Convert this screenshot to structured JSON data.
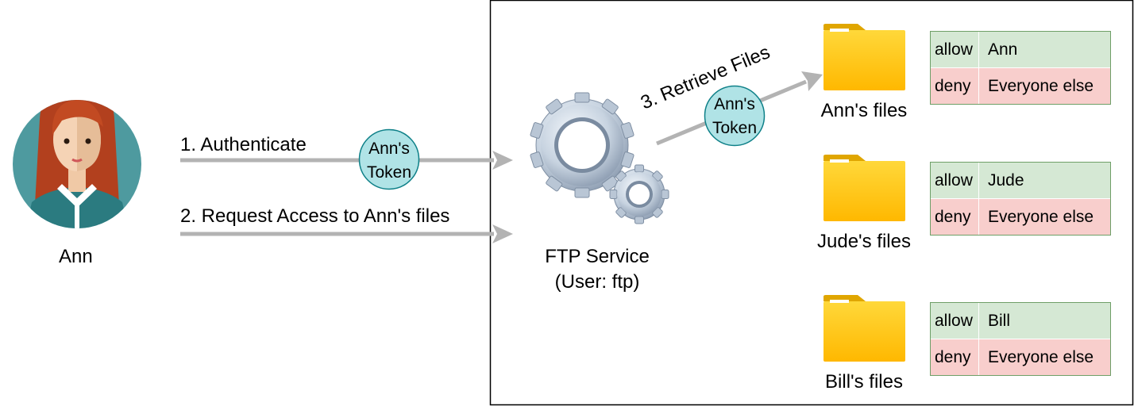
{
  "user": {
    "name": "Ann"
  },
  "steps": {
    "authenticate": "1. Authenticate",
    "request": "2. Request Access to Ann's files",
    "retrieve": "3. Retrieve Files"
  },
  "tokens": {
    "auth_token": [
      "Ann's",
      "Token"
    ],
    "retrieve_token": [
      "Ann's",
      "Token"
    ]
  },
  "service": {
    "name": "FTP Service",
    "user": "(User: ftp)"
  },
  "folders": [
    {
      "label": "Ann's files",
      "acl": [
        {
          "rule": "allow",
          "who": "Ann"
        },
        {
          "rule": "deny",
          "who": "Everyone else"
        }
      ]
    },
    {
      "label": "Jude's files",
      "acl": [
        {
          "rule": "allow",
          "who": "Jude"
        },
        {
          "rule": "deny",
          "who": "Everyone else"
        }
      ]
    },
    {
      "label": "Bill's files",
      "acl": [
        {
          "rule": "allow",
          "who": "Bill"
        },
        {
          "rule": "deny",
          "who": "Everyone else"
        }
      ]
    }
  ],
  "colors": {
    "arrow": "#b3b3b3",
    "token_fill": "#b0e3e6",
    "token_stroke": "#0e8088",
    "allow_bg": "#d5e8d4",
    "deny_bg": "#f8cecc",
    "folder": "#ffc61a",
    "avatar_bg": "#4e9a9f"
  }
}
